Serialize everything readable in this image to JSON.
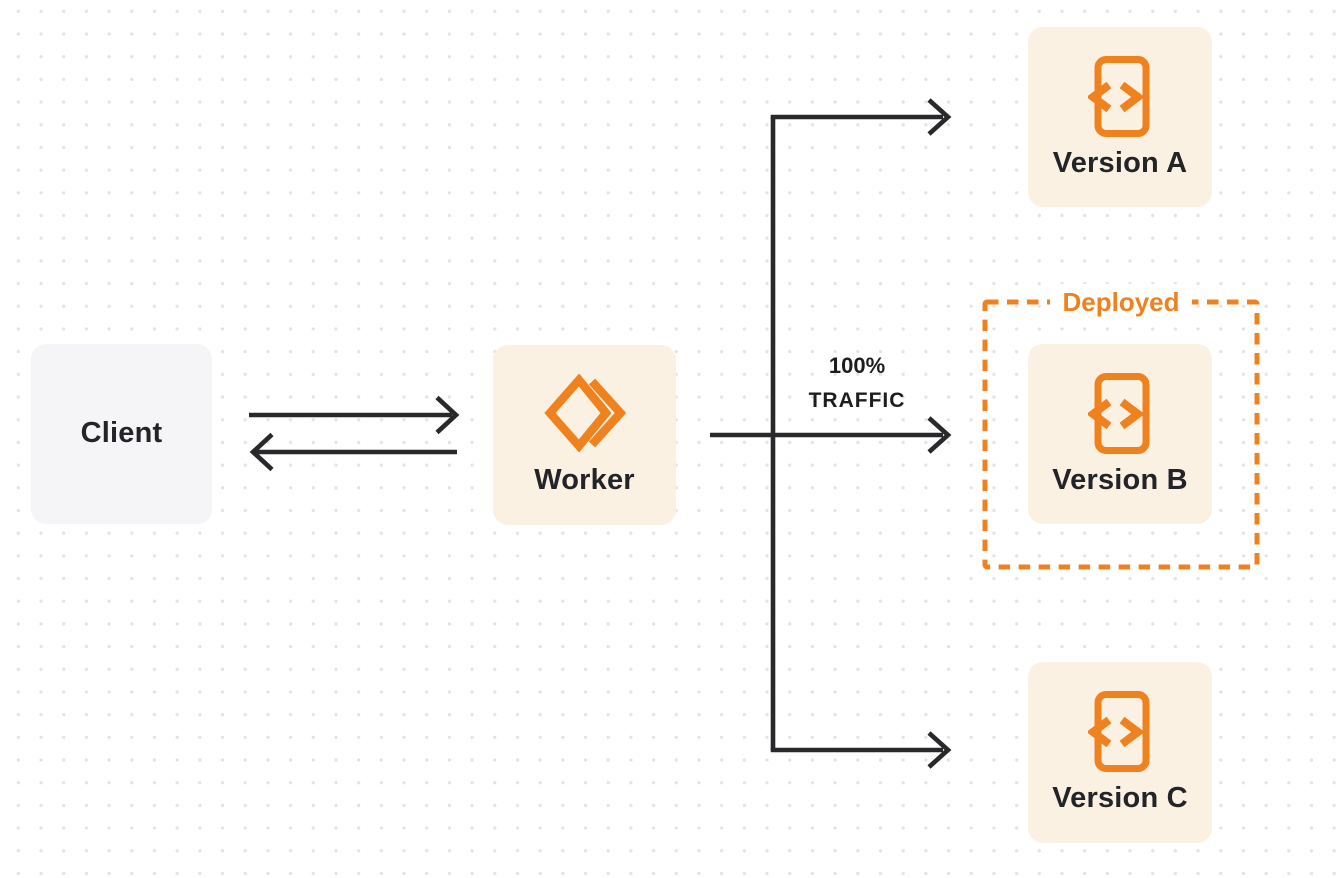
{
  "diagram": {
    "nodes": {
      "client": {
        "label": "Client"
      },
      "worker": {
        "label": "Worker",
        "icon": "cloudflare-workers-logo-icon"
      },
      "version_a": {
        "label": "Version A",
        "icon": "code-file-icon"
      },
      "version_b": {
        "label": "Version B",
        "icon": "code-file-icon"
      },
      "version_c": {
        "label": "Version C",
        "icon": "code-file-icon"
      }
    },
    "annotations": {
      "deployed": {
        "label": "Deployed"
      },
      "traffic": {
        "line1": "100%",
        "line2": "TRAFFIC"
      }
    },
    "edges": [
      {
        "from": "client",
        "to": "worker",
        "style": "arrow-right"
      },
      {
        "from": "worker",
        "to": "client",
        "style": "arrow-left"
      },
      {
        "from": "worker",
        "to": "version_a",
        "style": "arrow-branch-up"
      },
      {
        "from": "worker",
        "to": "version_b",
        "style": "arrow-straight",
        "label": "100% TRAFFIC"
      },
      {
        "from": "worker",
        "to": "version_c",
        "style": "arrow-branch-down"
      }
    ],
    "colors": {
      "accent_orange": "#f0811f",
      "box_cream": "#fbf1e3",
      "box_gray": "#f5f5f7",
      "arrow_dark": "#29292c",
      "text_dark": "#232428",
      "grid_dot": "#e3e3e4",
      "background": "#ffffff"
    }
  }
}
